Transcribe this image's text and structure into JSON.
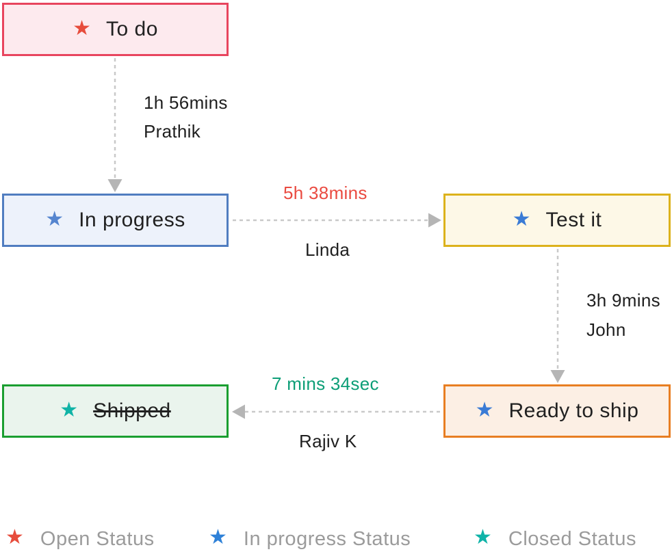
{
  "diagram": {
    "title": "issue-status-workflow",
    "nodes": [
      {
        "id": "todo",
        "label": "To do",
        "status_type": "open",
        "star_color": "#e74c3c",
        "border_color": "#e8455e",
        "bg_color": "#fdeaee"
      },
      {
        "id": "inprogress",
        "label": "In progress",
        "status_type": "in-progress",
        "star_color": "#5585cf",
        "border_color": "#507dc0",
        "bg_color": "#edf2fb"
      },
      {
        "id": "testit",
        "label": "Test it",
        "status_type": "in-progress",
        "star_color": "#3a7bd5",
        "border_color": "#dcb21b",
        "bg_color": "#fdf8e7"
      },
      {
        "id": "readytoship",
        "label": "Ready to ship",
        "status_type": "in-progress",
        "star_color": "#3a7bd5",
        "border_color": "#e87e22",
        "bg_color": "#fcefe4"
      },
      {
        "id": "shipped",
        "label": "Shipped",
        "status_type": "closed",
        "star_color": "#10b3a6",
        "border_color": "#1a9e30",
        "bg_color": "#eaf4ed",
        "strikethrough": true
      }
    ],
    "edges": [
      {
        "from": "todo",
        "to": "inprogress",
        "duration": "1h 56mins",
        "person": "Prathik",
        "duration_color": "#1f1f1f"
      },
      {
        "from": "inprogress",
        "to": "testit",
        "duration": "5h 38mins",
        "person": "Linda",
        "duration_color": "#ea4b41"
      },
      {
        "from": "testit",
        "to": "readytoship",
        "duration": "3h 9mins",
        "person": "John",
        "duration_color": "#1f1f1f"
      },
      {
        "from": "readytoship",
        "to": "shipped",
        "duration": "7 mins 34sec",
        "person": "Rajiv K",
        "duration_color": "#0d9e77"
      }
    ],
    "legend": [
      {
        "label": "Open Status",
        "star_color": "#e74c3c"
      },
      {
        "label": "In progress Status",
        "star_color": "#2e81d8"
      },
      {
        "label": "Closed Status",
        "star_color": "#0fb3a8"
      }
    ],
    "star_glyph": "★"
  }
}
